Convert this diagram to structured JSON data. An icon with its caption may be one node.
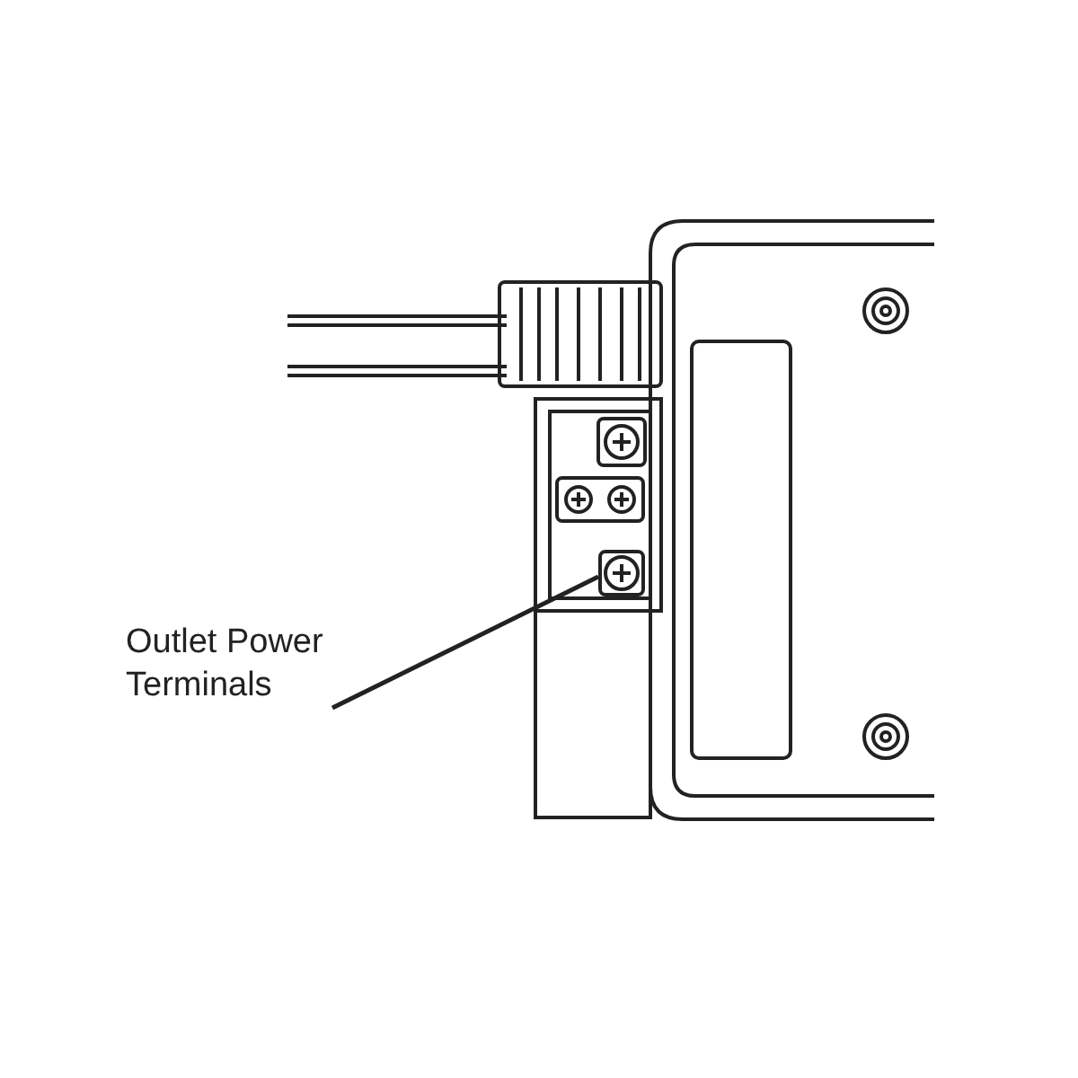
{
  "diagram": {
    "nodes": [
      {
        "text": [
          "Outlet Power Terminals"
        ]
      },
      {
        "text": [],
        "shape": "picture"
      }
    ],
    "edges": [
      {
        "from": 0,
        "to": 1,
        "arrow": "none"
      }
    ]
  }
}
